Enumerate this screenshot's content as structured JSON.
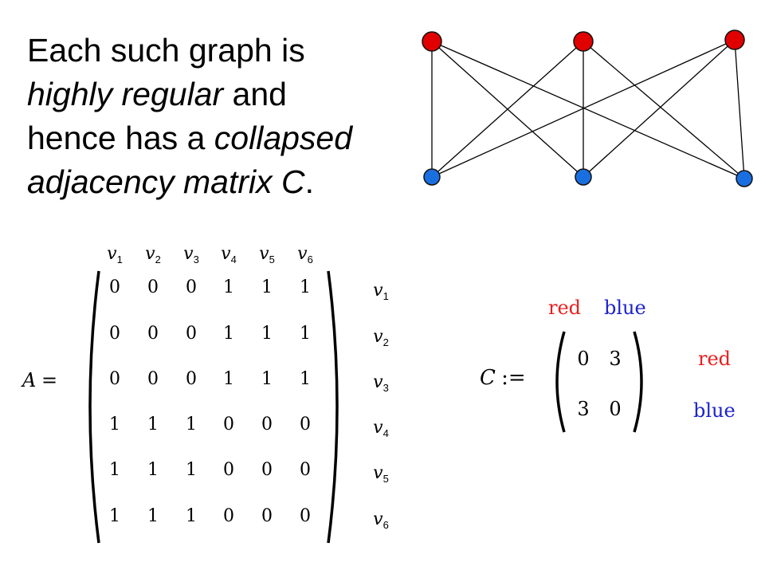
{
  "heading": {
    "l1": "Each such graph is",
    "l2_em": "highly regular",
    "l2_rest": " and",
    "l3_pre": "hence has a ",
    "l3_em": "collapsed",
    "l4_em": "adjacency matrix C",
    "l4_end": "."
  },
  "graph": {
    "colors": {
      "red": "#e00000",
      "blue": "#1a6fe0"
    },
    "top_row": [
      "red",
      "red",
      "red"
    ],
    "bottom_row": [
      "blue",
      "blue",
      "blue"
    ]
  },
  "matrixA": {
    "name": "A",
    "eq": "=",
    "var": "v",
    "columns": [
      "1",
      "2",
      "3",
      "4",
      "5",
      "6"
    ],
    "rows": [
      {
        "label": "1",
        "values": [
          "0",
          "0",
          "0",
          "1",
          "1",
          "1"
        ]
      },
      {
        "label": "2",
        "values": [
          "0",
          "0",
          "0",
          "1",
          "1",
          "1"
        ]
      },
      {
        "label": "3",
        "values": [
          "0",
          "0",
          "0",
          "1",
          "1",
          "1"
        ]
      },
      {
        "label": "4",
        "values": [
          "1",
          "1",
          "1",
          "0",
          "0",
          "0"
        ]
      },
      {
        "label": "5",
        "values": [
          "1",
          "1",
          "1",
          "0",
          "0",
          "0"
        ]
      },
      {
        "label": "6",
        "values": [
          "1",
          "1",
          "1",
          "0",
          "0",
          "0"
        ]
      }
    ]
  },
  "matrixC": {
    "name": "C",
    "eq": ":=",
    "col_labels": [
      "red",
      "blue"
    ],
    "row_labels": [
      "red",
      "blue"
    ],
    "values": [
      [
        "0",
        "3"
      ],
      [
        "3",
        "0"
      ]
    ],
    "label_colors": {
      "red": "#e81f1f",
      "blue": "#1c22cc"
    }
  }
}
